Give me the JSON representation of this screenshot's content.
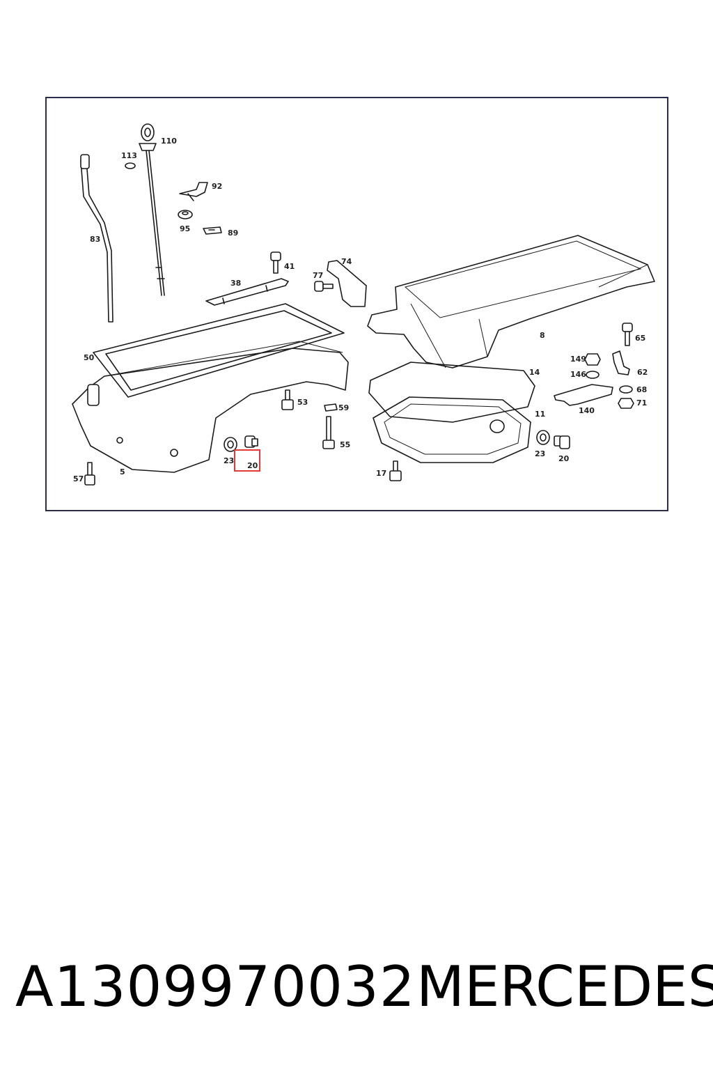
{
  "diagram": {
    "callouts": [
      "110",
      "113",
      "92",
      "95",
      "89",
      "83",
      "41",
      "74",
      "77",
      "38",
      "8",
      "50",
      "14",
      "65",
      "149",
      "62",
      "146",
      "68",
      "71",
      "140",
      "53",
      "59",
      "11",
      "55",
      "23",
      "20",
      "23",
      "20",
      "57",
      "5",
      "17"
    ],
    "highlight": {
      "label": "20",
      "color": "#e53935"
    }
  },
  "footer": {
    "part_number": "A1309970032",
    "brand": "MERCEDES"
  }
}
